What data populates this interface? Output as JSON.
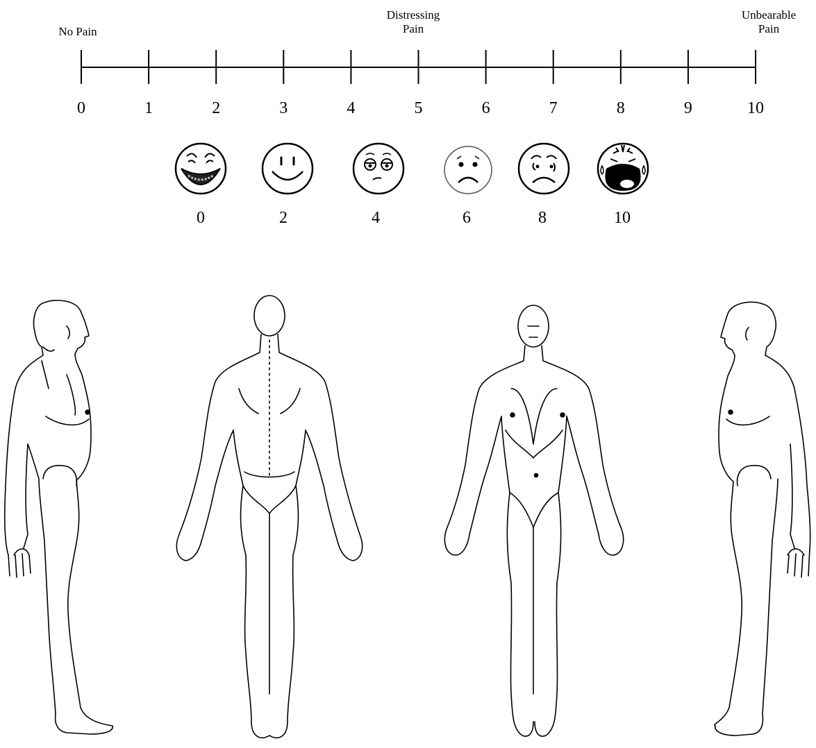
{
  "scale": {
    "left_label": "No Pain",
    "middle_label": "Distressing\nPain",
    "right_label": "Unbearable\nPain",
    "ticks": [
      "0",
      "1",
      "2",
      "3",
      "4",
      "5",
      "6",
      "7",
      "8",
      "9",
      "10"
    ]
  },
  "faces": [
    {
      "label": "0",
      "icon": "laughing-face-icon"
    },
    {
      "label": "2",
      "icon": "smiling-face-icon"
    },
    {
      "label": "4",
      "icon": "uneasy-face-icon"
    },
    {
      "label": "6",
      "icon": "sad-face-icon"
    },
    {
      "label": "8",
      "icon": "worried-face-icon"
    },
    {
      "label": "10",
      "icon": "crying-face-icon"
    }
  ],
  "body_views": [
    {
      "name": "left-side-view"
    },
    {
      "name": "back-view"
    },
    {
      "name": "front-view"
    },
    {
      "name": "right-side-view"
    }
  ]
}
